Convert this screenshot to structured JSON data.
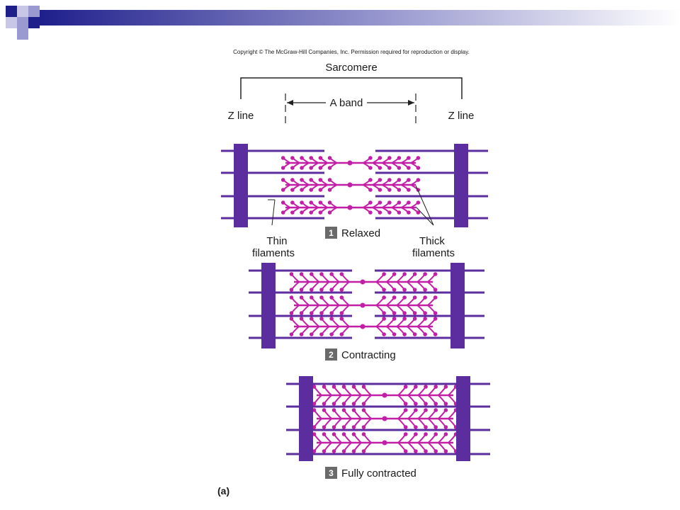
{
  "colors": {
    "z_line": "#5b2d9e",
    "thin_filament": "#5b2d9e",
    "thick_filament": "#c21fa6",
    "header_dark": "#1f1f8c",
    "header_mid": "#8c8cc8",
    "header_light": "#c8c8e6"
  },
  "figure": {
    "copyright": "Copyright © The McGraw-Hill Companies, Inc. Permission required for reproduction or display.",
    "sarcomere_label": "Sarcomere",
    "a_band_label": "A band",
    "z_line_left": "Z line",
    "z_line_right": "Z line",
    "thin_filaments_label": [
      "Thin",
      "filaments"
    ],
    "thick_filaments_label": [
      "Thick",
      "filaments"
    ],
    "panel_label": "(a)"
  },
  "stages": [
    {
      "number": "1",
      "label": "Relaxed"
    },
    {
      "number": "2",
      "label": "Contracting"
    },
    {
      "number": "3",
      "label": "Fully contracted"
    }
  ]
}
